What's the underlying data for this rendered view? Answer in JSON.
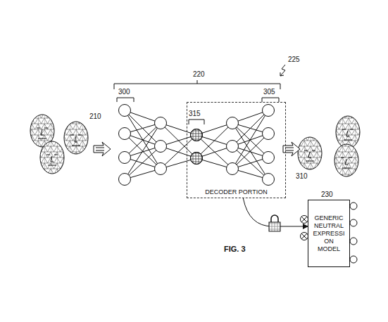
{
  "diagram": {
    "caption": "FIG. 3",
    "nodes": [
      {
        "text": [
          "DECODER PORTION"
        ]
      },
      {
        "text": [
          "230",
          "GENERIC NEUTRAL EXPRESSI ON MODEL"
        ]
      }
    ],
    "edges": [
      {
        "from": 0,
        "to": 1,
        "arrow": "to"
      }
    ],
    "labels": [
      "225",
      "220",
      "300",
      "305",
      "315",
      "210",
      "310"
    ]
  }
}
